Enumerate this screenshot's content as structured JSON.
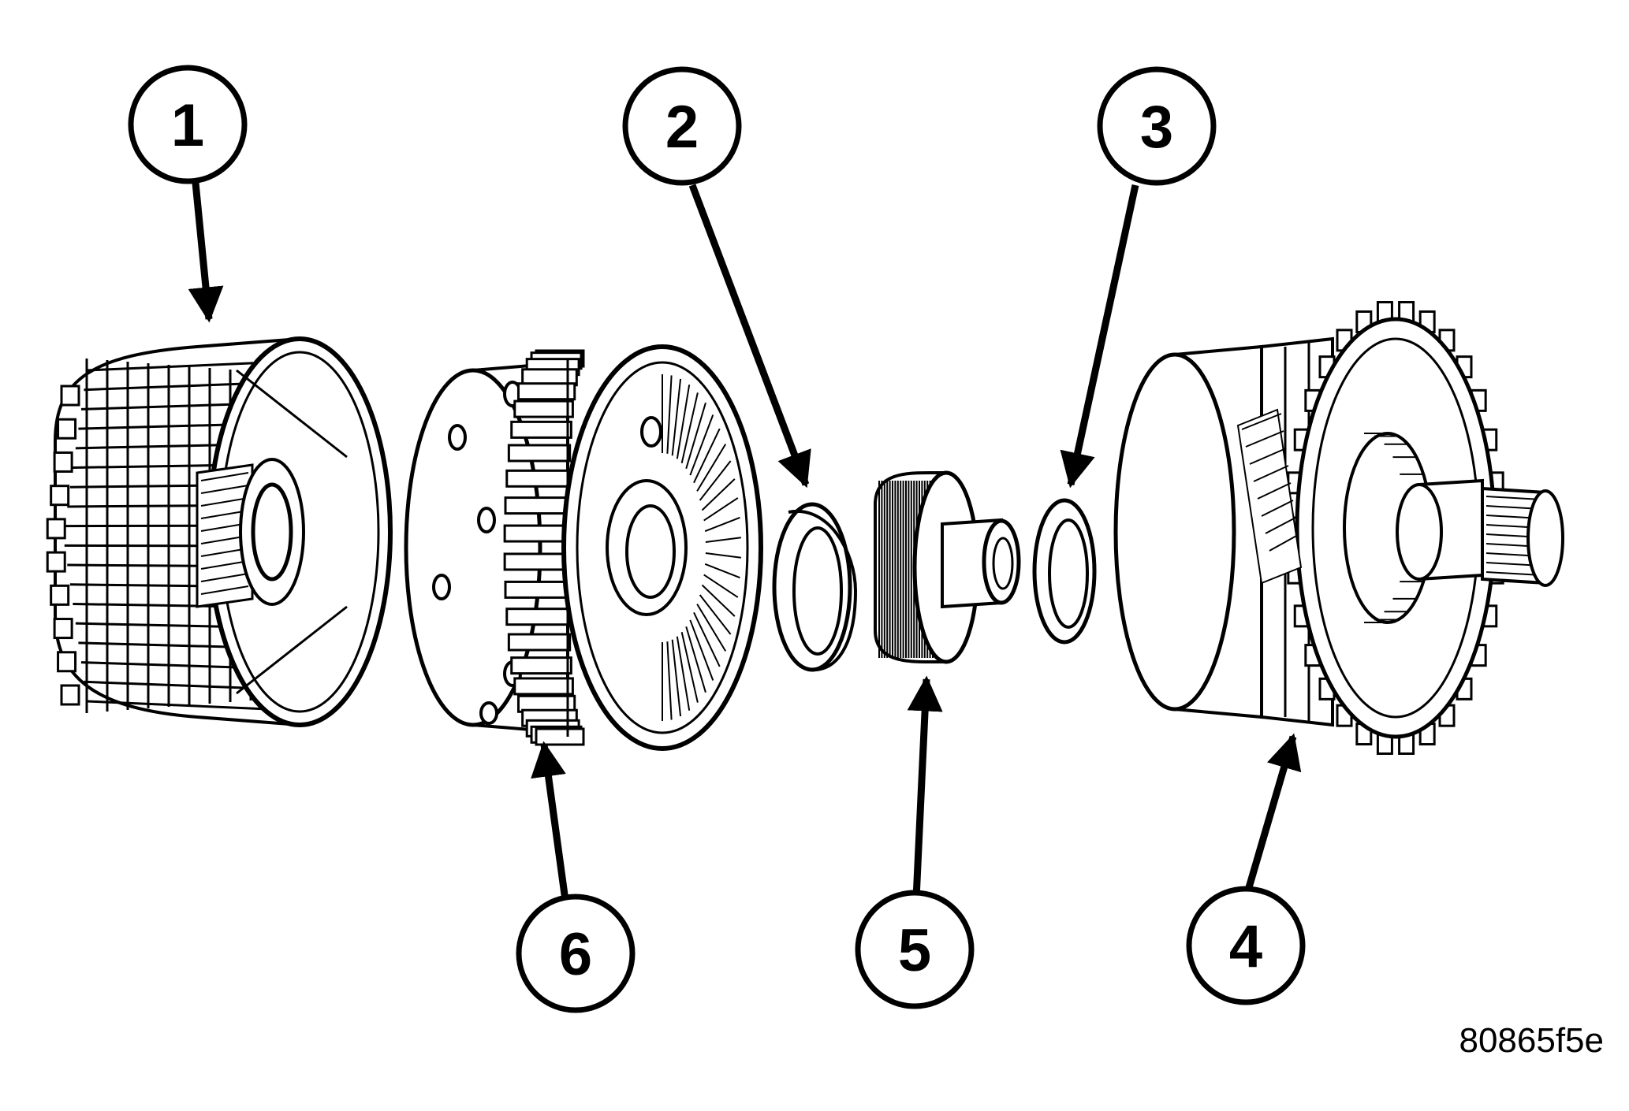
{
  "diagram": {
    "figure_id": "80865f5e",
    "colors": {
      "stroke": "#000000",
      "fill": "#ffffff"
    },
    "callouts": [
      {
        "id": "1",
        "label": "1",
        "points_to": "input-clutch-hub"
      },
      {
        "id": "2",
        "label": "2",
        "points_to": "large-thrust-bearing"
      },
      {
        "id": "3",
        "label": "3",
        "points_to": "small-thrust-bearing"
      },
      {
        "id": "4",
        "label": "4",
        "points_to": "output-carrier-assembly"
      },
      {
        "id": "5",
        "label": "5",
        "points_to": "sun-gear"
      },
      {
        "id": "6",
        "label": "6",
        "points_to": "ring-gear-drum"
      }
    ]
  }
}
